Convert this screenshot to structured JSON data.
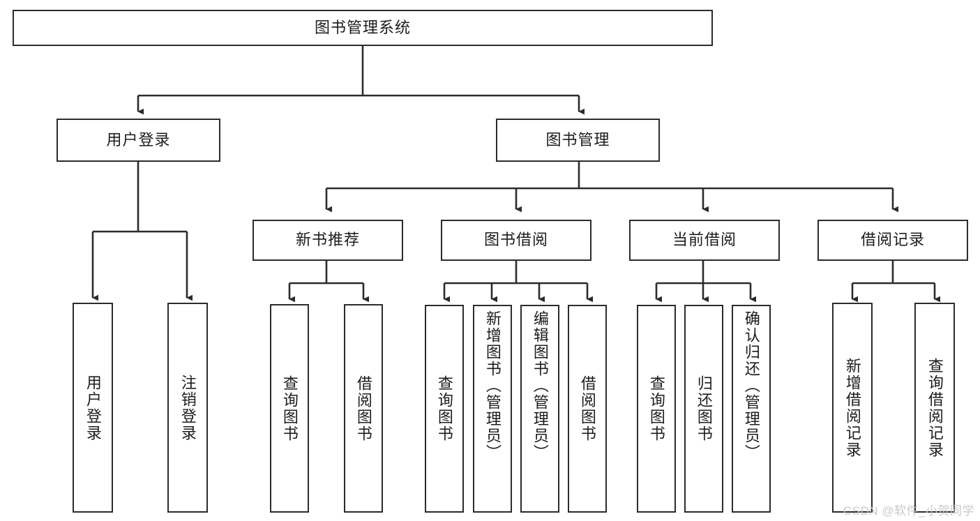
{
  "diagram": {
    "title": "图书管理系统",
    "type": "tree-hierarchy-chart",
    "line_color": "#2b2b2b",
    "box_fill": "#ffffff",
    "text_color": "#1c1c1c",
    "root": {
      "label": "图书管理系统"
    },
    "level2": [
      {
        "label": "用户登录"
      },
      {
        "label": "图书管理"
      }
    ],
    "level3": [
      {
        "label": "新书推荐"
      },
      {
        "label": "图书借阅"
      },
      {
        "label": "当前借阅"
      },
      {
        "label": "借阅记录"
      }
    ],
    "leaves": {
      "user_login": [
        {
          "label": "用户登录"
        },
        {
          "label": "注销登录"
        }
      ],
      "new_book_recommend": [
        {
          "label": "查询图书"
        },
        {
          "label": "借阅图书"
        }
      ],
      "book_borrow": [
        {
          "label": "查询图书"
        },
        {
          "label": "新增图书（管理员）"
        },
        {
          "label": "编辑图书（管理员）"
        },
        {
          "label": "借阅图书"
        }
      ],
      "current_borrow": [
        {
          "label": "查询图书"
        },
        {
          "label": "归还图书"
        },
        {
          "label": "确认归还（管理员）"
        }
      ],
      "borrow_record": [
        {
          "label": "新增借阅记录"
        },
        {
          "label": "查询借阅记录"
        }
      ]
    }
  },
  "watermark": {
    "text": "CSDN @软件_小贺同学"
  }
}
